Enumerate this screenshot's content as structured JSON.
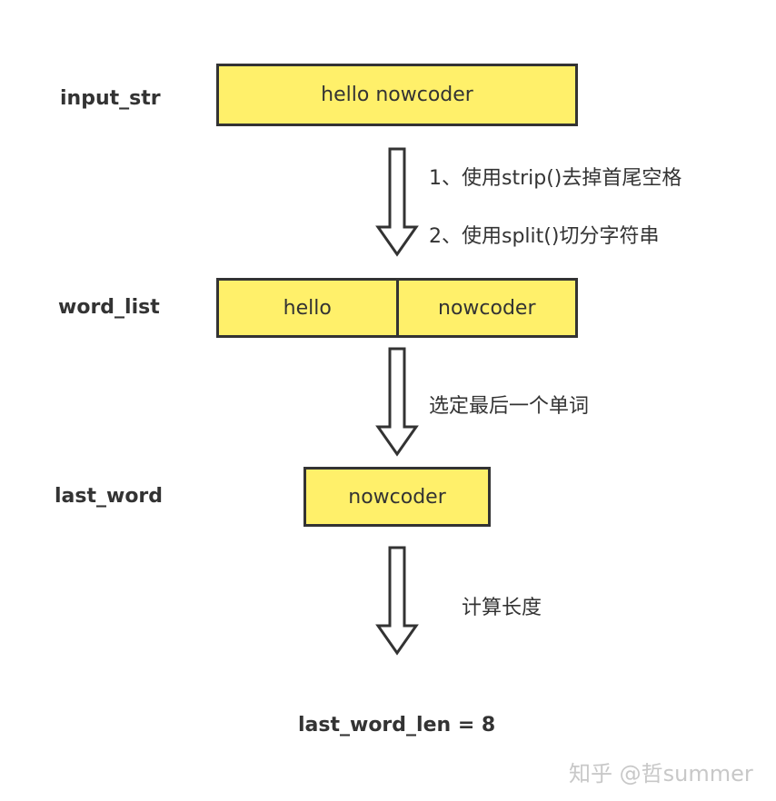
{
  "rows": {
    "input": {
      "label": "input_str",
      "value": "hello nowcoder"
    },
    "list": {
      "label": "word_list",
      "items": [
        "hello",
        "nowcoder"
      ]
    },
    "last": {
      "label": "last_word",
      "value": "nowcoder"
    }
  },
  "steps": {
    "strip": "1、使用strip()去掉首尾空格",
    "split": "2、使用split()切分字符串",
    "select": "选定最后一个单词",
    "length": "计算长度"
  },
  "result": "last_word_len = 8",
  "watermark": "知乎 @哲summer",
  "colors": {
    "box_fill": "#FFF06A",
    "stroke": "#333333"
  }
}
